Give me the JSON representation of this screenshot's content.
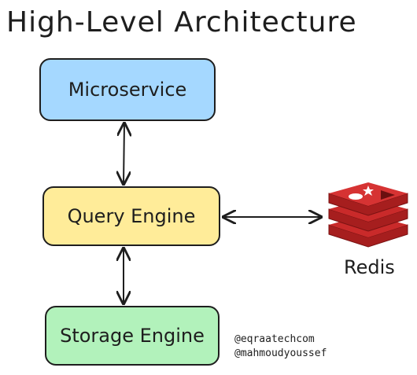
{
  "title": "High-Level Architecture",
  "nodes": {
    "microservice": "Microservice",
    "query_engine": "Query Engine",
    "storage_engine": "Storage Engine",
    "redis": "Redis"
  },
  "credits": [
    "@eqraatechcom",
    "@mahmoudyoussef"
  ],
  "colors": {
    "microservice": "#a5d8ff",
    "query_engine": "#ffec99",
    "storage_engine": "#b2f2bb",
    "redis": "#c92a2a",
    "stroke": "#1e1e1e"
  },
  "icons": {
    "redis": "redis-logo-icon"
  }
}
